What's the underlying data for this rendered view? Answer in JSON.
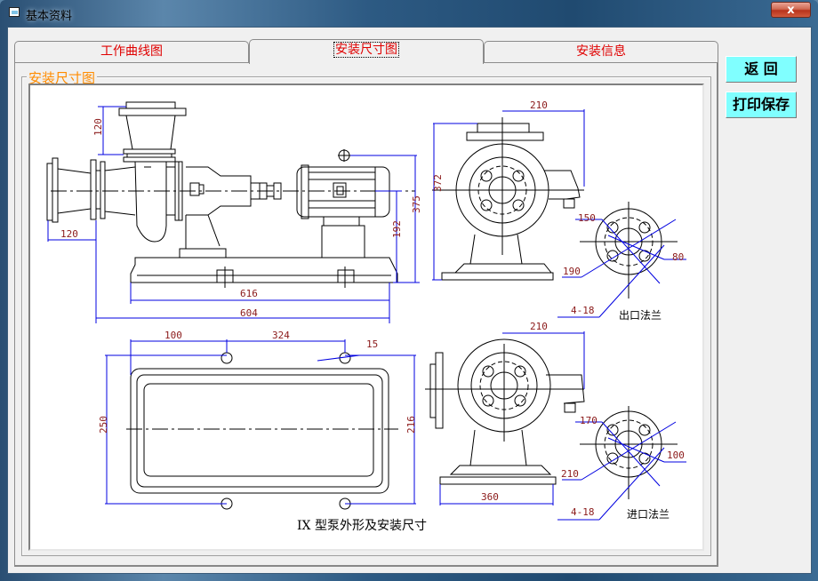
{
  "window": {
    "title": "基本资料",
    "close_label": "x"
  },
  "tabs": [
    {
      "label": "工作曲线图",
      "active": false
    },
    {
      "label": "安装尺寸图",
      "active": true
    },
    {
      "label": "安装信息",
      "active": false
    }
  ],
  "group_label": "安装尺寸图",
  "buttons": {
    "back": "返  回",
    "print_save": "打印保存"
  },
  "drawing": {
    "caption": "IX 型泵外形及安装尺寸",
    "side_view": {
      "dim_inlet_height": "120",
      "dim_inlet_len": "120",
      "dim_base_616": "616",
      "dim_total_604": "604",
      "dim_shaft_192": "192",
      "dim_top_375": "375"
    },
    "front_view_top": {
      "dim_width": "210",
      "dim_height": "372"
    },
    "outlet_flange": {
      "title": "出口法兰",
      "d_150": "150",
      "d_190": "190",
      "d_80": "80",
      "holes": "4-18"
    },
    "plan_view": {
      "dim_100": "100",
      "dim_324": "324",
      "dim_15": "15",
      "dim_250": "250",
      "dim_216": "216"
    },
    "front_view_bottom": {
      "dim_width": "210",
      "dim_base": "360"
    },
    "inlet_flange": {
      "title": "进口法兰",
      "d_170": "170",
      "d_210": "210",
      "d_100": "100",
      "holes": "4-18"
    }
  }
}
